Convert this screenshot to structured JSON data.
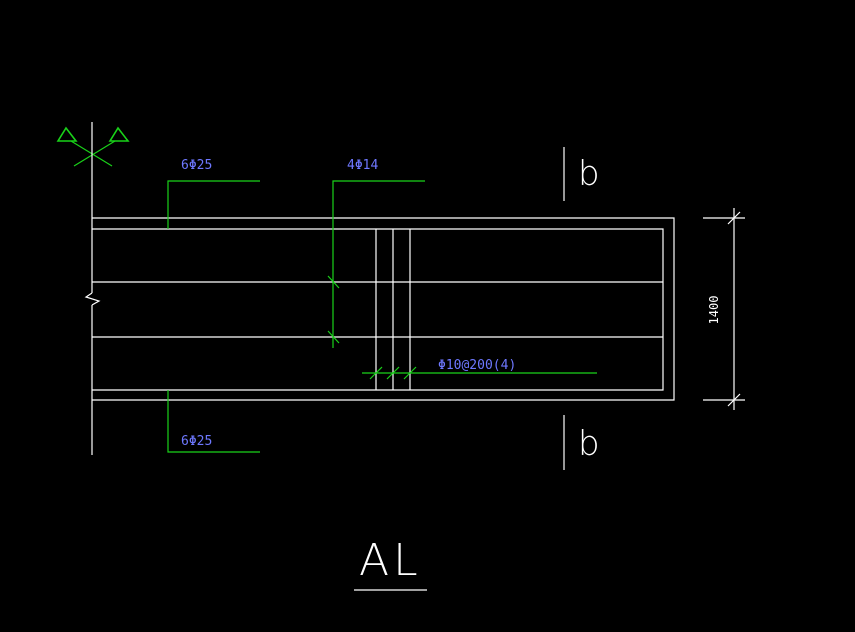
{
  "drawing": {
    "title": "AL",
    "section_mark_top": "b",
    "section_mark_bottom": "b",
    "top_bar_label": "6Φ25",
    "side_bar_label": "4Φ14",
    "stirrup_label": "Φ10@200(4)",
    "bottom_bar_label": "6Φ25",
    "height_dimension": "1400"
  },
  "colors": {
    "background": "#000000",
    "outline": "#ffffff",
    "leader": "#19d219",
    "label": "#6e78ff"
  }
}
